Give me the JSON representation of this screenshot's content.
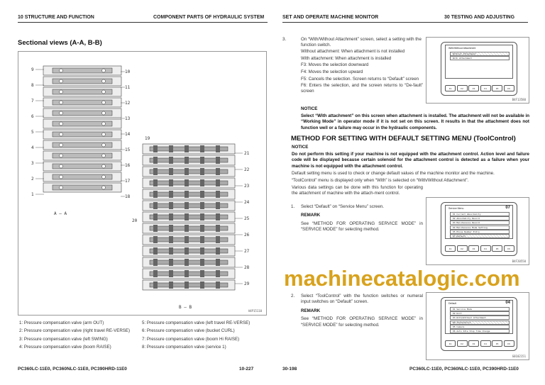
{
  "left_page": {
    "header": {
      "section": "10 STRUCTURE AND FUNCTION",
      "title": "COMPONENT PARTS OF HYDRAULIC SYSTEM"
    },
    "heading": "Sectional views (A-A, B-B)",
    "figure": {
      "code": "A4P15110",
      "view_a": "A – A",
      "view_b": "B – B",
      "callouts": [
        "1",
        "2",
        "3",
        "4",
        "5",
        "6",
        "7",
        "8",
        "9",
        "10",
        "11",
        "12",
        "13",
        "14",
        "15",
        "16",
        "17",
        "18",
        "19",
        "20",
        "21",
        "22",
        "23",
        "24",
        "25",
        "26",
        "27",
        "28",
        "29"
      ]
    },
    "legend": [
      "1: Pressure compensation valve (arm OUT)",
      "2: Pressure compensation valve (right travel RE-VERSE)",
      "3: Pressure compensation valve (left SWING)",
      "4: Pressure compensation valve (boom RAISE)",
      "5: Pressure compensation valve (left travel RE-VERSE)",
      "6: Pressure compensation valve (bucket CURL)",
      "7: Pressure compensation valve (boom Hi RAISE)",
      "8: Pressure compensation valve (service 1)"
    ],
    "footer": {
      "models": "PC360LC-11E0, PC360NLC-11E0, PC390HRD-11E0",
      "page": "10-227"
    }
  },
  "right_page": {
    "header": {
      "title": "SET AND OPERATE MACHINE MONITOR",
      "section": "30 TESTING AND ADJUSTING"
    },
    "step3": {
      "num": "3.",
      "text": "On “With/Without Attachment” screen, select a setting with the function switch.",
      "lines": [
        "Without attachment: When attachment is not installed",
        "With attachment: When attachment is installed",
        "F3: Moves the selection downward",
        "F4: Moves the selection upward",
        "F5: Cancels the selection. Screen returns to “Default” screen",
        "F6: Enters the selection, and the screen returns to “De-fault” screen"
      ]
    },
    "notice1": {
      "label": "NOTICE",
      "text": "Select “With attachment” on this screen when attachment is installed. The attachment will not be available in “Working Mode” in operator mode if it is not set on this screen. It results in that the attachment does not function well or a failure may occur in the hydraulic components."
    },
    "heading": "METHOD FOR SETTING WITH DEFAULT SETTING MENU (ToolControl)",
    "notice2": {
      "label": "NOTICE",
      "text": "Do not perform this setting if your machine is not equipped with the attachment control. Action level and failure code will be displayed because certain solenoid for the attachment control is detected as a failure when your machine is not equipped with the attachment control."
    },
    "paras": [
      "Default setting menu is used to check or change default values of the machine monitor and the machine.",
      "“ToolControl” menu is displayed only when “With” is selected on “With/Without Attachment”.",
      "Various data settings can be done with this function for operating the attachment of machine with the attach-ment control."
    ],
    "step1": {
      "num": "1.",
      "text": "Select “Default” on “Service Menu” screen.",
      "remark_label": "REMARK",
      "remark": "See “METHOD FOR OPERATING SERVICE MODE” in “SERVICE MODE” for selecting method."
    },
    "step2": {
      "num": "2.",
      "text": "Select “ToolControl” with the function switches or numeral input switches on “Default” screen.",
      "remark_label": "REMARK",
      "remark": "See “METHOD FOR OPERATING SERVICE MODE” in “SERVICE MODE” for selecting method."
    },
    "monitors": [
      {
        "title": "With/Without Attachment",
        "num": "",
        "rows": [
          "Without Attachment",
          "With Attachment"
        ],
        "code": "B4F13580"
      },
      {
        "title": "Service Menu",
        "num": "07",
        "rows": [
          "01 Current Abnormality",
          "02 Abnormality Record",
          "03 Maintenance Record",
          "04 Maintenance Mode Setting",
          "05 Phone Number Entry",
          "07 Default"
        ],
        "code": "B4F20550"
      },
      {
        "title": "Default",
        "num": "04",
        "rows": [
          "01 Service Mode",
          "02 Unit",
          "03 With/Without Attachment",
          "04 ToolControl",
          "05 Camera",
          "06 Auto Idle Stop Time Change"
        ],
        "code": "G0102151"
      }
    ],
    "fkeys": [
      "F1",
      "F2",
      "F3",
      "F4",
      "F5",
      "F6"
    ],
    "footer": {
      "page": "30-198",
      "models": "PC360LC-11E0, PC360NLC-11E0, PC390HRD-11E0"
    }
  },
  "watermark": "machinecatalogic.com"
}
